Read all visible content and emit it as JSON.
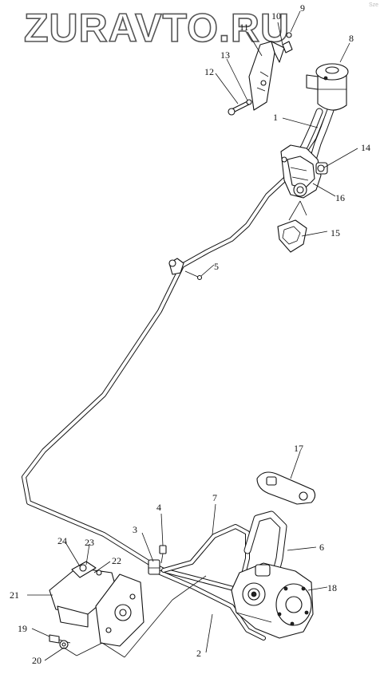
{
  "watermark": "ZURAVTO.RU",
  "corner_mark": "Sze",
  "callouts": [
    "1",
    "2",
    "3",
    "4",
    "5",
    "6",
    "7",
    "8",
    "9",
    "10",
    "11",
    "12",
    "13",
    "14",
    "15",
    "16",
    "17",
    "18",
    "19",
    "20",
    "21",
    "22",
    "23",
    "24"
  ]
}
